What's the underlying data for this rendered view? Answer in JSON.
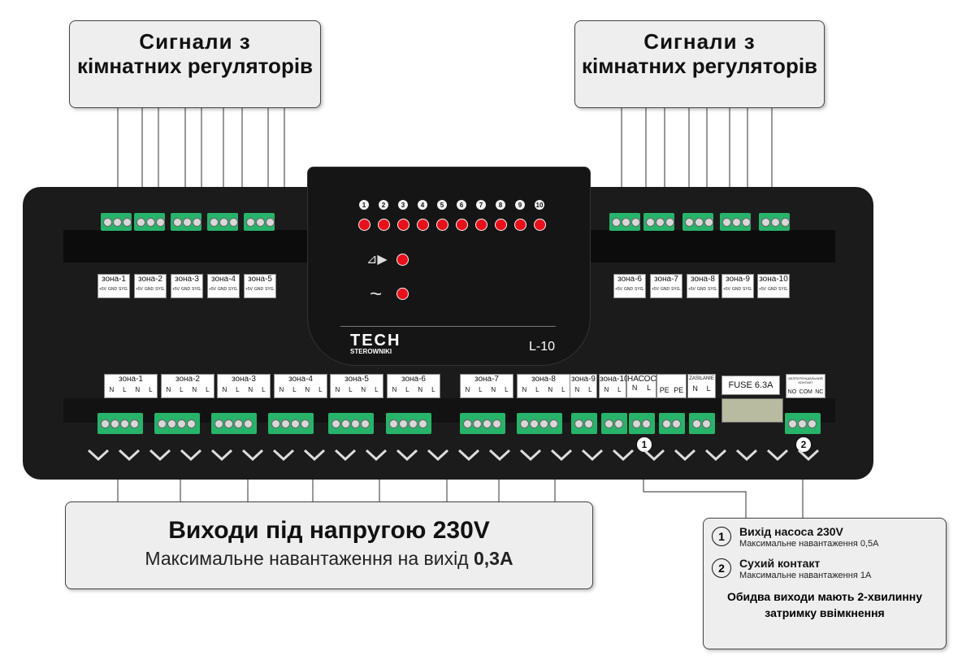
{
  "callouts": {
    "top_left": {
      "line1": "Сигнали з",
      "line2": "кімнатних регуляторів"
    },
    "top_right": {
      "line1": "Сигнали з",
      "line2": "кімнатних регуляторів"
    },
    "outputs": {
      "title": "Виходи під напругою 230V",
      "subtitle": "Максимальне навантаження на вихід",
      "value": "0,3А"
    },
    "notes": {
      "items": [
        {
          "num": "1",
          "title": "Вихід насоса 230V",
          "sub": "Максимальне навантаження 0,5А"
        },
        {
          "num": "2",
          "title": "Сухий контакт",
          "sub": "Максимальне навантаження 1А"
        }
      ],
      "footer_line1": "Обидва виходи мають 2-хвилинну",
      "footer_line2": "затримку ввімкнення"
    }
  },
  "device": {
    "brand": "TECH",
    "brand_sub": "STEROWNIKI",
    "model": "L-10",
    "led_numbers": [
      "1",
      "2",
      "3",
      "4",
      "5",
      "6",
      "7",
      "8",
      "9",
      "10"
    ],
    "symbol_pump": "⊿▶",
    "symbol_power": "~",
    "top_zones": [
      "зона-1",
      "зона-2",
      "зона-3",
      "зона-4",
      "зона-5",
      "зона-6",
      "зона-7",
      "зона-8",
      "зона-9",
      "зона-10"
    ],
    "signal_pins": [
      "+5V",
      "GND",
      "SYG."
    ],
    "bottom_zones": [
      "зона-1",
      "зона-2",
      "зона-3",
      "зона-4",
      "зона-5",
      "зона-6",
      "зона-7",
      "зона-8",
      "зона-9",
      "зона-10"
    ],
    "nl_pins": [
      "N",
      "L",
      "N",
      "L"
    ],
    "pump_label": "НАСОС",
    "pump_pins": [
      "N",
      "L"
    ],
    "pe_label": "",
    "pe_pins": [
      "PE",
      "PE"
    ],
    "power_label": "ZASILANIE",
    "power_pins": [
      "N",
      "L"
    ],
    "fuse_label": "FUSE 6.3A",
    "contact_label": "БЕЗПОТЕНЦІАЛЬНИЙ КОНТАКТ",
    "contact_pins": [
      "NO",
      "COM",
      "NC"
    ],
    "marker1": "1",
    "marker2": "2"
  },
  "colors": {
    "device_body": "#1b1b1b",
    "terminal_green": "#27b36a",
    "led_red": "#e8101a",
    "callout_bg": "#eeeeee"
  }
}
